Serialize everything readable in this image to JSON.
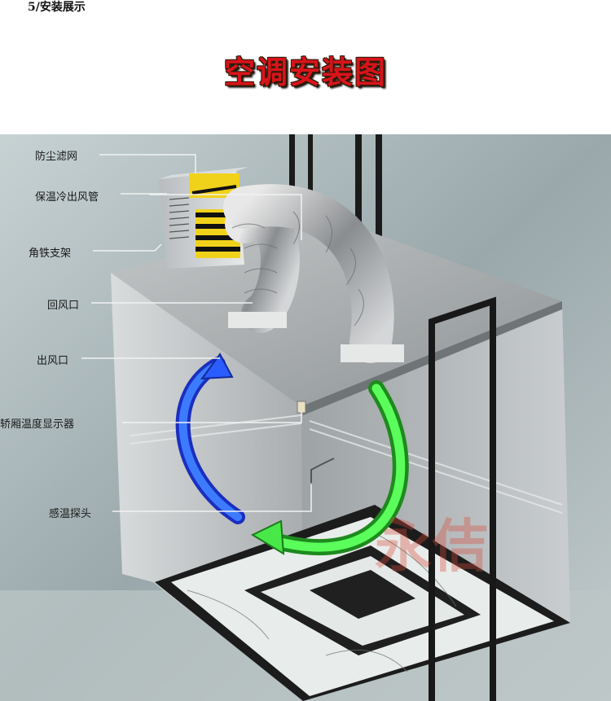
{
  "section_label": "5/安装展示",
  "title": "空调安装图",
  "callouts": {
    "dust_filter": "防尘滤网",
    "insulated_duct": "保温冷出风管",
    "angle_bracket": "角铁支架",
    "return_vent": "回风口",
    "outlet_vent": "出风口",
    "temp_display": "轿厢温度显示器",
    "temp_probe": "感温探头"
  },
  "watermark": "永佶",
  "colors": {
    "title_red": "#d8141a",
    "cold_air": "#2a6cff",
    "return_air": "#3adf3a",
    "cabin": "#b9bcbe"
  }
}
